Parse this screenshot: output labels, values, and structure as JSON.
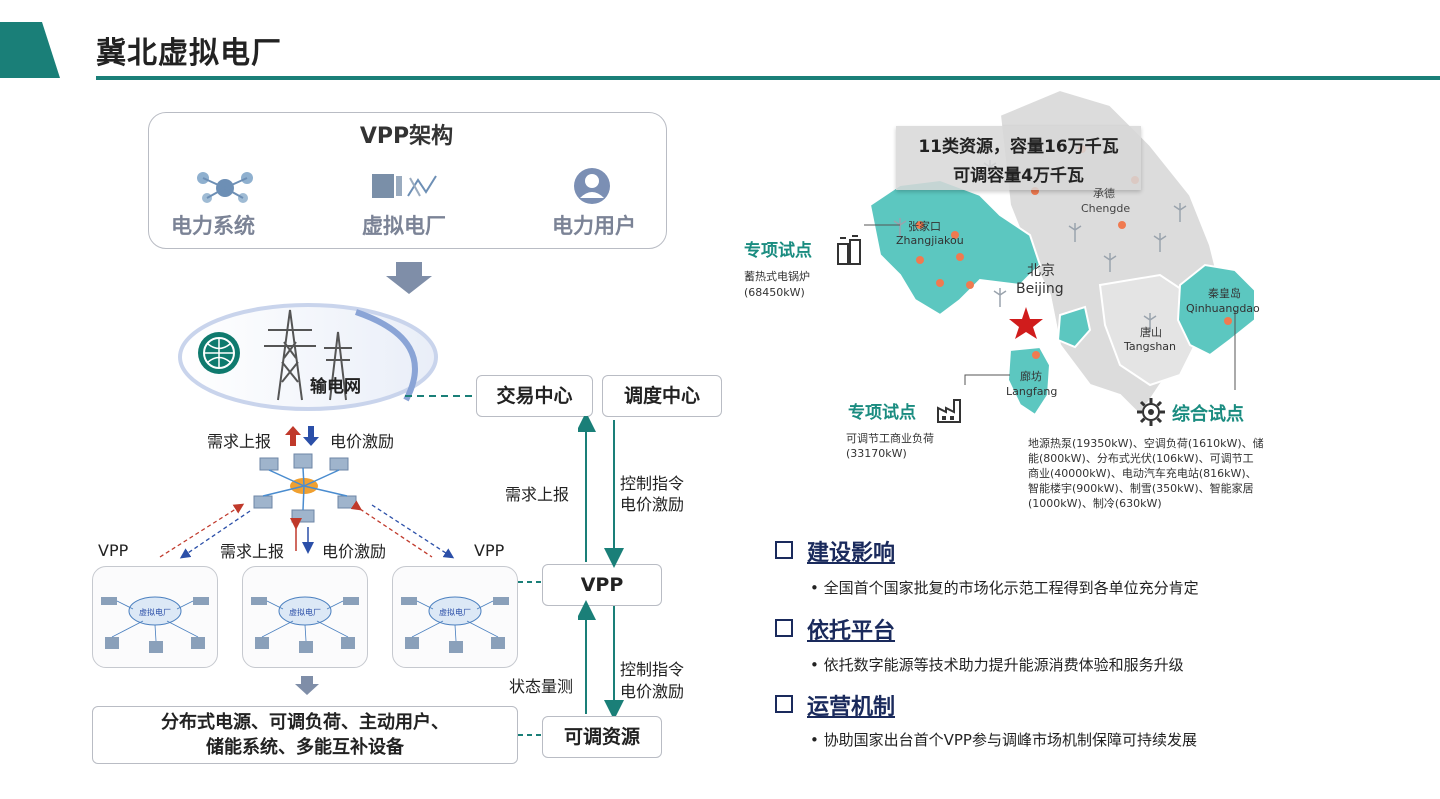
{
  "page": {
    "title": "冀北虚拟电厂"
  },
  "vpp_architecture": {
    "title": "VPP架构",
    "items": [
      {
        "label": "电力系统",
        "icon": "power-system-icon"
      },
      {
        "label": "虚拟电厂",
        "icon": "virtual-plant-icon"
      },
      {
        "label": "电力用户",
        "icon": "user-icon"
      }
    ]
  },
  "grid": {
    "label": "输电网"
  },
  "flows": {
    "demand_report": "需求上报",
    "price_incentive": "电价激励",
    "control_cmd": "控制指令",
    "status_measure": "状态量测",
    "vpp_left": "VPP",
    "vpp_right": "VPP",
    "cloud_text": "虚拟电厂"
  },
  "boxes": {
    "trade_center": "交易中心",
    "dispatch_center": "调度中心",
    "vpp": "VPP",
    "adjustable": "可调资源",
    "resources_line1": "分布式电源、可调负荷、主动用户、",
    "resources_line2": "储能系统、多能互补设备"
  },
  "map": {
    "summary_line1": "11类资源，容量16万千瓦",
    "summary_line2": "可调容量4万千瓦",
    "cities": {
      "chengde_cn": "承德",
      "chengde_en": "Chengde",
      "zhangjiakou_cn": "张家口",
      "zhangjiakou_en": "Zhangjiakou",
      "beijing_cn": "北京",
      "beijing_en": "Beijing",
      "qinhuangdao_cn": "秦皇岛",
      "qinhuangdao_en": "Qinhuangdao",
      "tangshan_cn": "唐山",
      "tangshan_en": "Tangshan",
      "langfang_cn": "廊坊",
      "langfang_en": "Langfang"
    },
    "pilot1": {
      "title": "专项试点",
      "line1": "蓄热式电锅炉",
      "line2": "(68450kW)"
    },
    "pilot2": {
      "title": "专项试点",
      "line1": "可调节工商业负荷",
      "line2": "(33170kW)"
    },
    "pilot3": {
      "title": "综合试点",
      "lines": [
        "地源热泵(19350kW)、空调负荷(1610kW)、储",
        "能(800kW)、分布式光伏(106kW)、可调节工",
        "商业(40000kW)、电动汽车充电站(816kW)、",
        "智能楼宇(900kW)、制雪(350kW)、智能家居",
        "(1000kW)、制冷(630kW)"
      ]
    }
  },
  "sections": [
    {
      "heading": "建设影响",
      "bullet": "全国首个国家批复的市场化示范工程得到各单位充分肯定"
    },
    {
      "heading": "依托平台",
      "bullet": "依托数字能源等技术助力提升能源消费体验和服务升级"
    },
    {
      "heading": "运营机制",
      "bullet": "协助国家出台首个VPP参与调峰市场机制保障可持续发展"
    }
  ],
  "colors": {
    "accent": "#1a7f78",
    "map_teal": "#5cc7c0",
    "heading": "#1a2a5c",
    "arrow_up": "#c0392b",
    "arrow_down": "#2b4fa8"
  }
}
